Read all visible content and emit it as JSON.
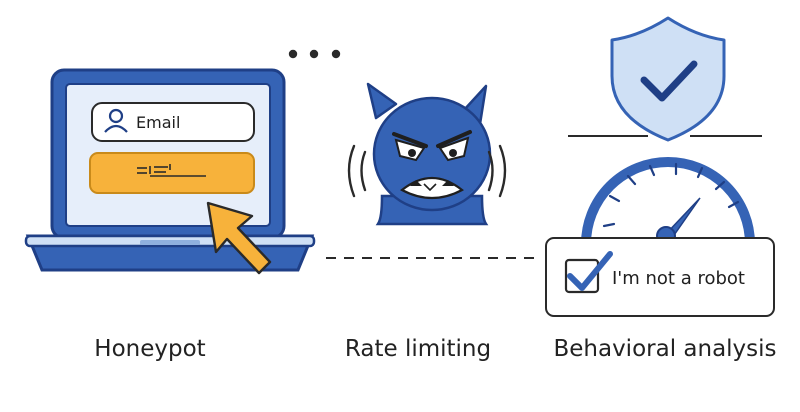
{
  "honeypot": {
    "email_label": "Email",
    "caption": "Honeypot"
  },
  "rate_limiting": {
    "caption": "Rate limiting"
  },
  "behavioral": {
    "checkbox_label": "I'm not a robot",
    "checkbox_checked": true,
    "caption": "Behavioral analysis"
  },
  "colors": {
    "blue": "#3563b5",
    "dark_blue": "#1f3f86",
    "light_blue": "#cfe0f5",
    "orange": "#f7b23b",
    "outline": "#2a2a2a"
  }
}
